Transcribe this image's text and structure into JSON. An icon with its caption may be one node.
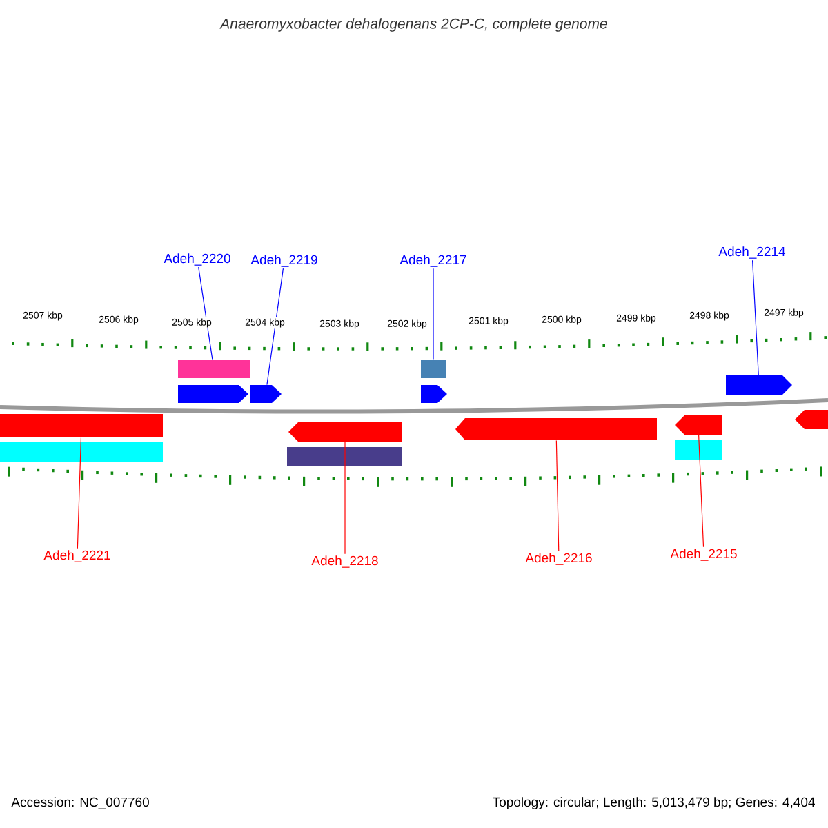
{
  "diagram": {
    "title": "Anaeromyxobacter dehalogenans 2CP-C, complete genome",
    "nodes": [
      {
        "text": [
          "Adeh_2220"
        ]
      },
      {
        "text": [
          "Adeh_2219"
        ]
      },
      {
        "text": [
          "Adeh_2217"
        ]
      },
      {
        "text": [
          "Adeh_2214"
        ]
      },
      {
        "text": [
          "Adeh_2221"
        ]
      },
      {
        "text": [
          "Adeh_2218"
        ]
      },
      {
        "text": [
          "Adeh_2216"
        ]
      },
      {
        "text": [
          "Adeh_2215"
        ]
      },
      {
        "text": [],
        "shape": "bar"
      },
      {
        "text": [],
        "shape": "bar"
      },
      {
        "text": [],
        "shape": "pentagon"
      },
      {
        "text": [],
        "shape": "pentagon"
      },
      {
        "text": [],
        "shape": "pentagon"
      },
      {
        "text": [],
        "shape": "pentagon"
      },
      {
        "text": [],
        "shape": "bar"
      },
      {
        "text": [],
        "shape": "pentagon"
      },
      {
        "text": [],
        "shape": "pentagon"
      },
      {
        "text": [],
        "shape": "pentagon"
      },
      {
        "text": [],
        "shape": "pentagon"
      },
      {
        "text": [],
        "shape": "bar"
      },
      {
        "text": [],
        "shape": "bar"
      },
      {
        "text": [],
        "shape": "bar"
      }
    ],
    "edges": [
      {
        "from": 0,
        "to": 8,
        "arrow": "none"
      },
      {
        "from": 1,
        "to": 11,
        "arrow": "none"
      },
      {
        "from": 2,
        "to": 9,
        "arrow": "none"
      },
      {
        "from": 3,
        "to": 13,
        "arrow": "none"
      },
      {
        "from": 4,
        "to": 14,
        "arrow": "none",
        "color": "#ff0000"
      },
      {
        "from": 5,
        "to": 15,
        "arrow": "none",
        "color": "#ff0000"
      },
      {
        "from": 6,
        "to": 16,
        "arrow": "none",
        "color": "#ff0000"
      },
      {
        "from": 7,
        "to": 17,
        "arrow": "none",
        "color": "#ff0000"
      }
    ],
    "labels": [
      "2507 kbp",
      "2506 kbp",
      "2505 kbp",
      "2504 kbp",
      "2503 kbp",
      "2502 kbp",
      "2501 kbp",
      "2500 kbp",
      "2499 kbp",
      "2498 kbp",
      "2497 kbp",
      "Accession: NC_007760",
      "Topology: circular; Length: 5,013,479 bp; Genes: 4,404"
    ]
  }
}
